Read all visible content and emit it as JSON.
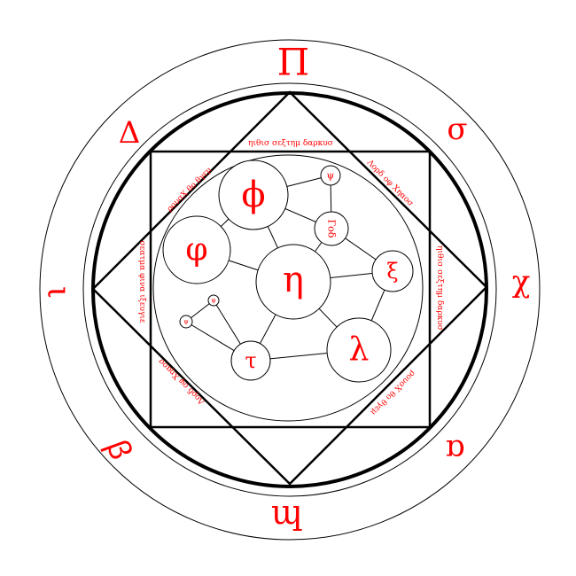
{
  "accent_color": "#ff0000",
  "line_color": "#000000",
  "outer_ring_glyphs": {
    "top": "Π",
    "top_right": "σ",
    "right": "χ",
    "bottom_right": "ɑ",
    "bottom": "ɰ",
    "bottom_left": "ꞵ",
    "left": "ι",
    "top_left": "Δ"
  },
  "square_inscriptions": {
    "top": "ηιθισ σεξτημ δαρκυσ",
    "right": "ηιθισ σεξτημ δαρκυσ",
    "left": "σεατμα φινα ιξευγιε",
    "bottom": "",
    "top_right": "Λορδ οφ Χηαοσ",
    "bottom_left": "Λορδ οφ Χηαοσ",
    "top_left": "ρουσΧ θο θγεμ",
    "bottom_right": "ρουσΧ θο θγεμ"
  },
  "nodes": {
    "phi_upright": "ϕ",
    "phi_curly": "φ",
    "eta": "η",
    "xi": "ξ",
    "lambda": "λ",
    "tau": "τ",
    "psi_top": "ψ",
    "god": "Γοδ",
    "psi_small_a": "ψ",
    "psi_small_b": "ψ"
  }
}
